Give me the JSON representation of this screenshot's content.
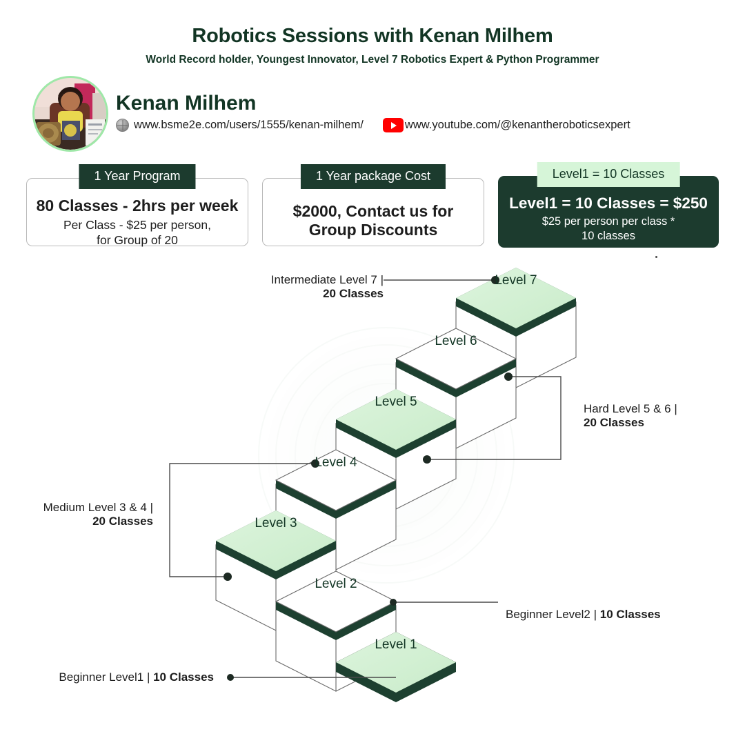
{
  "header": {
    "title": "Robotics Sessions with Kenan Milhem",
    "subtitle": "World Record holder, Youngest Innovator, Level 7 Robotics Expert & Python Programmer"
  },
  "profile": {
    "name": "Kenan Milhem",
    "website": "www.bsme2e.com/users/1555/kenan-milhem/",
    "youtube": "www.youtube.com/@kenantheroboticsexpert",
    "website_icon": "globe-icon",
    "youtube_icon": "youtube-icon"
  },
  "cards": [
    {
      "tag": "1 Year Program",
      "head": "80 Classes - 2hrs per week",
      "sub_line1": "Per Class - $25 per person,",
      "sub_line2": "for Group of 20"
    },
    {
      "tag": "1 Year package Cost",
      "head": "$2000, Contact us for",
      "head2": "Group Discounts",
      "sub_line1": "",
      "sub_line2": ""
    },
    {
      "tag": "Level1 = 10 Classes",
      "head": "Level1 = 10 Classes = $250",
      "sub_line1": "$25 per person per class *",
      "sub_line2": "10 classes"
    }
  ],
  "colors": {
    "dark_green": "#1c3b2e",
    "step_edge": "#1d4030",
    "light_green": "#d6f0d6",
    "tag_green": "#d6f5d8",
    "white": "#ffffff",
    "outline": "#6a6a6a",
    "youtube_red": "#ff0000"
  },
  "chart_data": {
    "type": "diagram",
    "title": "Robotics levels staircase",
    "steps": [
      {
        "label": "Level 1",
        "top": "light"
      },
      {
        "label": "Level 2",
        "top": "white"
      },
      {
        "label": "Level 3",
        "top": "light"
      },
      {
        "label": "Level 4",
        "top": "white"
      },
      {
        "label": "Level 5",
        "top": "light"
      },
      {
        "label": "Level 6",
        "top": "white"
      },
      {
        "label": "Level 7",
        "top": "light"
      }
    ],
    "annotations": [
      {
        "id": "beginner1",
        "line1": "Beginner Level1 | ",
        "bold": "10 Classes",
        "classes": 10,
        "levels": [
          1
        ]
      },
      {
        "id": "beginner2",
        "line1": "Beginner Level2  | ",
        "bold": "10 Classes",
        "classes": 10,
        "levels": [
          2
        ]
      },
      {
        "id": "medium34",
        "line1": "Medium Level 3 & 4 |",
        "bold": "20 Classes",
        "classes": 20,
        "levels": [
          3,
          4
        ]
      },
      {
        "id": "hard56",
        "line1": "Hard Level 5 & 6 |",
        "bold": "20 Classes",
        "classes": 20,
        "levels": [
          5,
          6
        ]
      },
      {
        "id": "intermediate7",
        "line1": "Intermediate Level 7 |",
        "bold": "20 Classes",
        "classes": 20,
        "levels": [
          7
        ]
      }
    ]
  }
}
